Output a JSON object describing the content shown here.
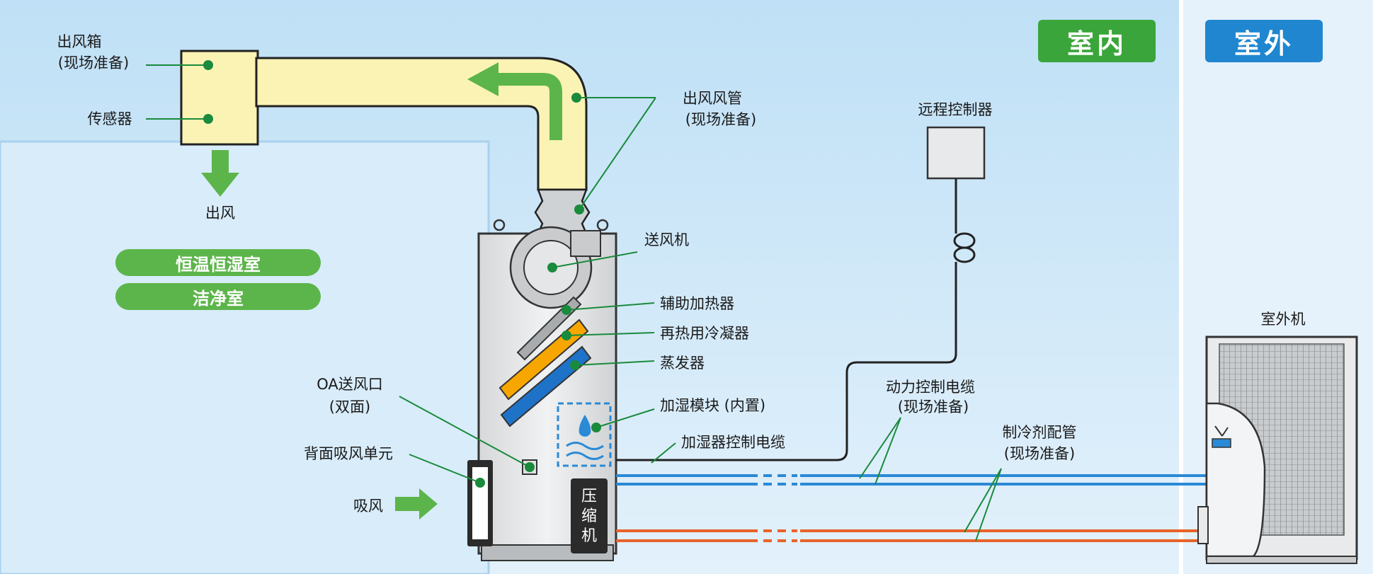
{
  "badges": {
    "indoor": "室内",
    "outdoor": "室外"
  },
  "room_labels": {
    "constant_temp_humidity": "恒温恒湿室",
    "clean_room": "洁净室"
  },
  "labels": {
    "outlet_box_l1": "出风箱",
    "outlet_box_l2": "(现场准备)",
    "sensor": "传感器",
    "air_out": "出风",
    "outlet_duct_l1": "出风风管",
    "outlet_duct_l2": "(现场准备)",
    "remote_controller": "远程控制器",
    "blower": "送风机",
    "aux_heater": "辅助加热器",
    "reheat_condenser": "再热用冷凝器",
    "evaporator": "蒸发器",
    "humidifier_module": "加湿模块 (内置)",
    "humidifier_cable": "加湿器控制电缆",
    "oa_outlet_l1": "OA送风口",
    "oa_outlet_l2": "(双面)",
    "rear_intake": "背面吸风单元",
    "air_in": "吸风",
    "compressor": [
      "压",
      "缩",
      "机"
    ],
    "power_cable_l1": "动力控制电缆",
    "power_cable_l2": "(现场准备)",
    "refrigerant_pipe_l1": "制冷剂配管",
    "refrigerant_pipe_l2": "(现场准备)",
    "outdoor_unit": "室外机"
  },
  "colors": {
    "indoor_badge": "#3aa53a",
    "outdoor_badge": "#1f86cf",
    "leader_line": "#1a8a3c",
    "duct_fill": "#fbf3b4",
    "arrow_green": "#5cb54a",
    "pipe_blue": "#2a8ad6",
    "pipe_orange": "#e8632a",
    "condenser_orange": "#f7a600",
    "evaporator_blue": "#1e73c8"
  }
}
